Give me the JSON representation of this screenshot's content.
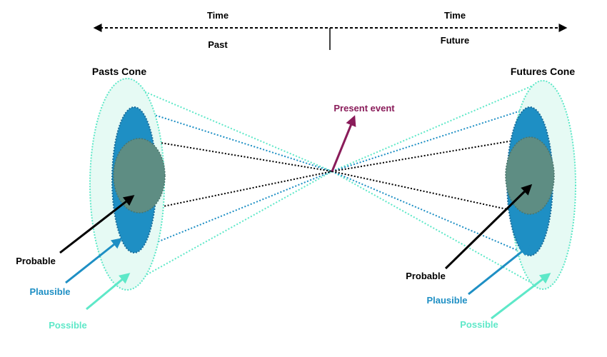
{
  "timeline": {
    "time_left": "Time",
    "time_right": "Time",
    "past": "Past",
    "future": "Future"
  },
  "cones": {
    "past_title": "Pasts Cone",
    "future_title": "Futures Cone"
  },
  "present_event": "Present event",
  "legend_left": {
    "probable": "Probable",
    "plausible": "Plausible",
    "possible": "Possible"
  },
  "legend_right": {
    "probable": "Probable",
    "plausible": "Plausible",
    "possible": "Possible"
  },
  "colors": {
    "possible": "#5ee8c8",
    "possible_fill": "#e6faf4",
    "plausible": "#1e8fc4",
    "probable": "#5e8d83",
    "present": "#8a1c5a",
    "text": "#000000"
  }
}
